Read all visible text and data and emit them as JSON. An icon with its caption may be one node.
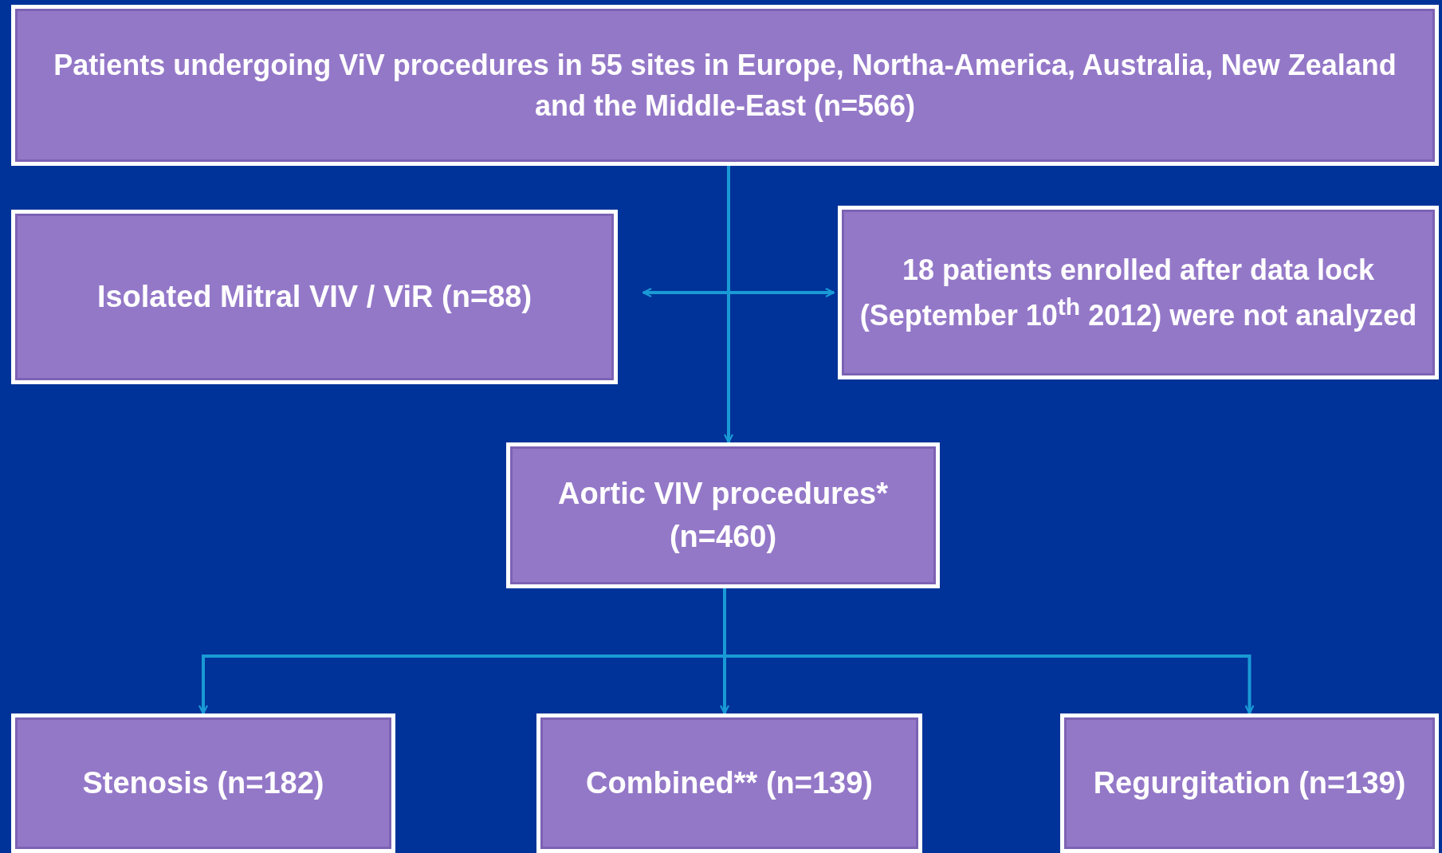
{
  "diagram": {
    "nodes": [
      {
        "text": [
          "Patients undergoing ViV procedures in 55 sites in Europe, Northa-America, Australia, New Zealand and the Middle-East (n=566)"
        ]
      },
      {
        "text": [
          "Isolated Mitral VIV / ViR (n=88)"
        ]
      },
      {
        "text": [
          "18 patients enrolled after data lock (September 10$^{th}$ 2012) were not analyzed"
        ]
      },
      {
        "text": [
          "Aortic VIV procedures* (n=460)"
        ]
      },
      {
        "text": [
          "Stenosis (n=182)"
        ]
      },
      {
        "text": [
          "Combined** (n=139)"
        ]
      },
      {
        "text": [
          "Regurgitation (n=139)"
        ]
      }
    ],
    "edges": [
      {
        "from": 0,
        "to": 1,
        "arrow": "to"
      },
      {
        "from": 0,
        "to": 2,
        "arrow": "to"
      },
      {
        "from": 0,
        "to": 3,
        "arrow": "to"
      },
      {
        "from": 3,
        "to": 4,
        "arrow": "to"
      },
      {
        "from": 3,
        "to": 5,
        "arrow": "to"
      },
      {
        "from": 3,
        "to": 6,
        "arrow": "to"
      }
    ]
  }
}
